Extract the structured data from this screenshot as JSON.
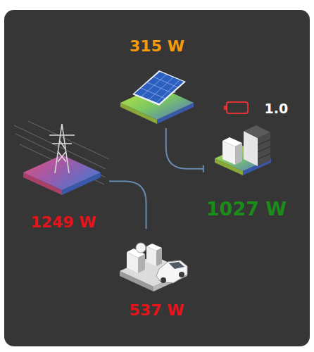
{
  "diagram": {
    "nodes": [
      {
        "text": [
          "315 W"
        ]
      },
      {
        "text": [
          "1.0",
          "1027 W"
        ]
      },
      {
        "text": [
          "1249 W"
        ]
      },
      {
        "text": [
          "537 W"
        ]
      }
    ],
    "edges": [
      {
        "from": 0,
        "to": 1,
        "arrow": "none"
      },
      {
        "from": 2,
        "to": 3,
        "arrow": "none"
      }
    ]
  }
}
